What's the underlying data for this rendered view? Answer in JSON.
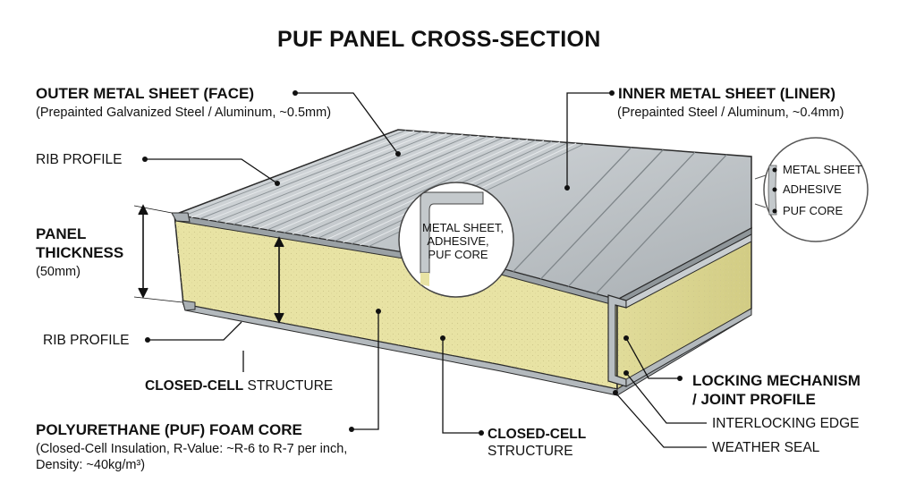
{
  "title": "PUF PANEL CROSS-SECTION",
  "labels": {
    "outer_sheet": "OUTER METAL SHEET (FACE)",
    "outer_sheet_spec": "(Prepainted Galvanized Steel / Aluminum, ~0.5mm)",
    "inner_sheet": "INNER METAL SHEET (LINER)",
    "inner_sheet_spec": "(Prepainted Steel / Aluminum, ~0.4mm)",
    "rib_profile_top": "RIB PROFILE",
    "rib_profile_bottom": "RIB PROFILE",
    "panel_thickness_1": "PANEL",
    "panel_thickness_2": "THICKNESS",
    "panel_thickness_value": "(50mm)",
    "closed_cell_left_bold": "CLOSED-CELL",
    "closed_cell_left_rest": " STRUCTURE",
    "foam_core": "POLYURETHANE (PUF) FOAM CORE",
    "foam_core_spec_1": "(Closed-Cell Insulation, R-Value: ~R-6 to R-7 per inch,",
    "foam_core_spec_2": "Density: ~40kg/m³)",
    "closed_cell_bottom_1": "CLOSED-CELL",
    "closed_cell_bottom_2": "STRUCTURE",
    "locking_1": "LOCKING MECHANISM",
    "locking_2": "/ JOINT PROFILE",
    "interlocking_edge": "INTERLOCKING EDGE",
    "weather_seal": "WEATHER SEAL",
    "magnifier_center_1": "METAL SHEET,",
    "magnifier_center_2": "ADHESIVE,",
    "magnifier_center_3": "PUF CORE",
    "magnifier_right_1": "METAL SHEET",
    "magnifier_right_2": "ADHESIVE",
    "magnifier_right_3": "PUF CORE"
  },
  "colors": {
    "foam": "#e8e3a4",
    "metal": "#c4c9cc",
    "metal_dark": "#8f969a",
    "outline": "#2b2b2b"
  }
}
